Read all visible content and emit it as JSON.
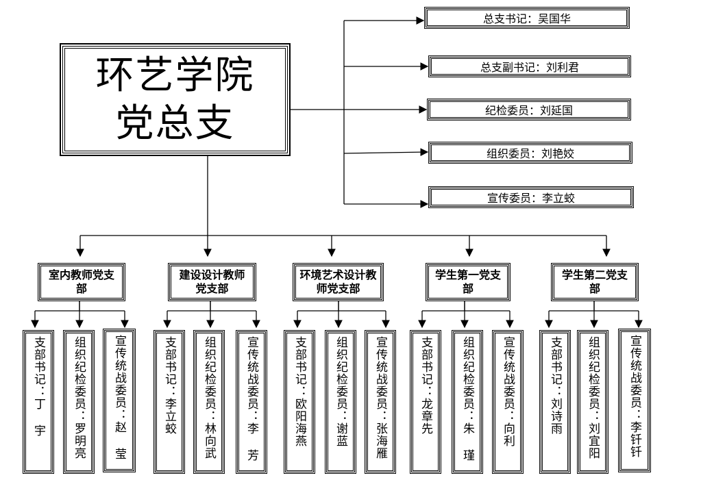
{
  "root": {
    "title_line1": "环艺学院",
    "title_line2": "党总支"
  },
  "committee": [
    {
      "label": "总支书记：吴国华"
    },
    {
      "label": "总支副书记：刘利君"
    },
    {
      "label": "纪检委员：刘延国"
    },
    {
      "label": "组织委员：刘艳姣"
    },
    {
      "label": "宣传委员：李立蛟"
    }
  ],
  "branches": [
    {
      "name": "室内教师党支部",
      "members": [
        {
          "label": "支部书记：丁 宇"
        },
        {
          "label": "组织纪检委员：罗明亮"
        },
        {
          "label": "宣传统战委员：赵 莹"
        }
      ]
    },
    {
      "name": "建设设计教师党支部",
      "members": [
        {
          "label": "支部书记：李立蛟"
        },
        {
          "label": "组织纪检委员：林向武"
        },
        {
          "label": "宣传统战委员：李 芳"
        }
      ]
    },
    {
      "name": "环境艺术设计教师党支部",
      "members": [
        {
          "label": "支部书记：欧阳海燕"
        },
        {
          "label": "组织纪检委员：谢蓝"
        },
        {
          "label": "宣传统战委员：张海雁"
        }
      ]
    },
    {
      "name": "学生第一党支部",
      "members": [
        {
          "label": "支部书记：龙章先"
        },
        {
          "label": "组织纪检委员：朱 瑾"
        },
        {
          "label": "宣传统战委员：向利"
        }
      ]
    },
    {
      "name": "学生第二党支部",
      "members": [
        {
          "label": "支部书记：刘诗雨"
        },
        {
          "label": "组织纪检委员：刘宜阳"
        },
        {
          "label": "宣传统战委员：李钎钎"
        }
      ]
    }
  ]
}
